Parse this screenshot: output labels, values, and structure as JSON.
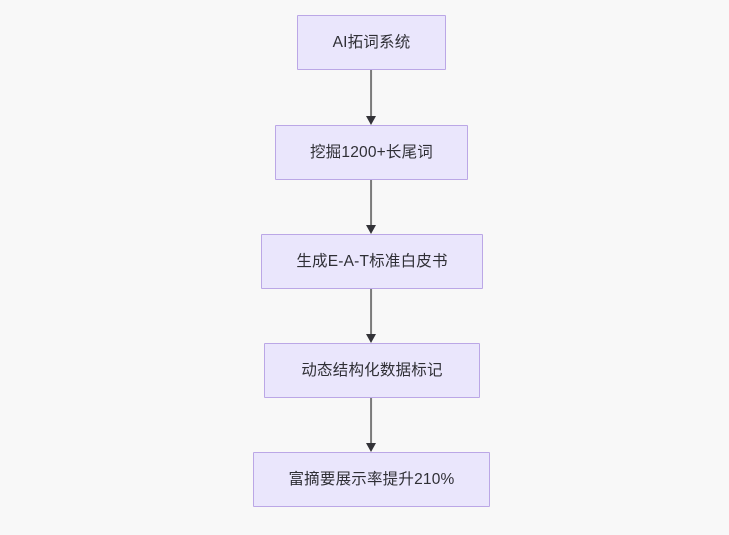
{
  "diagram": {
    "type": "flowchart",
    "direction": "top-to-bottom",
    "background_color": "#f8f8f8",
    "node_fill_color": "#eae6fc",
    "node_border_color": "#bba7e6",
    "node_text_color": "#2f2f35",
    "edge_color": "#7b7b7b",
    "arrowhead_color": "#333338",
    "nodes": [
      {
        "id": "n1",
        "label": "AI拓词系统"
      },
      {
        "id": "n2",
        "label": "挖掘1200+长尾词"
      },
      {
        "id": "n3",
        "label": "生成E-A-T标准白皮书"
      },
      {
        "id": "n4",
        "label": "动态结构化数据标记"
      },
      {
        "id": "n5",
        "label": "富摘要展示率提升210%"
      }
    ],
    "edges": [
      {
        "from": "n1",
        "to": "n2",
        "label": ""
      },
      {
        "from": "n2",
        "to": "n3",
        "label": ""
      },
      {
        "from": "n3",
        "to": "n4",
        "label": ""
      },
      {
        "from": "n4",
        "to": "n5",
        "label": ""
      }
    ]
  }
}
